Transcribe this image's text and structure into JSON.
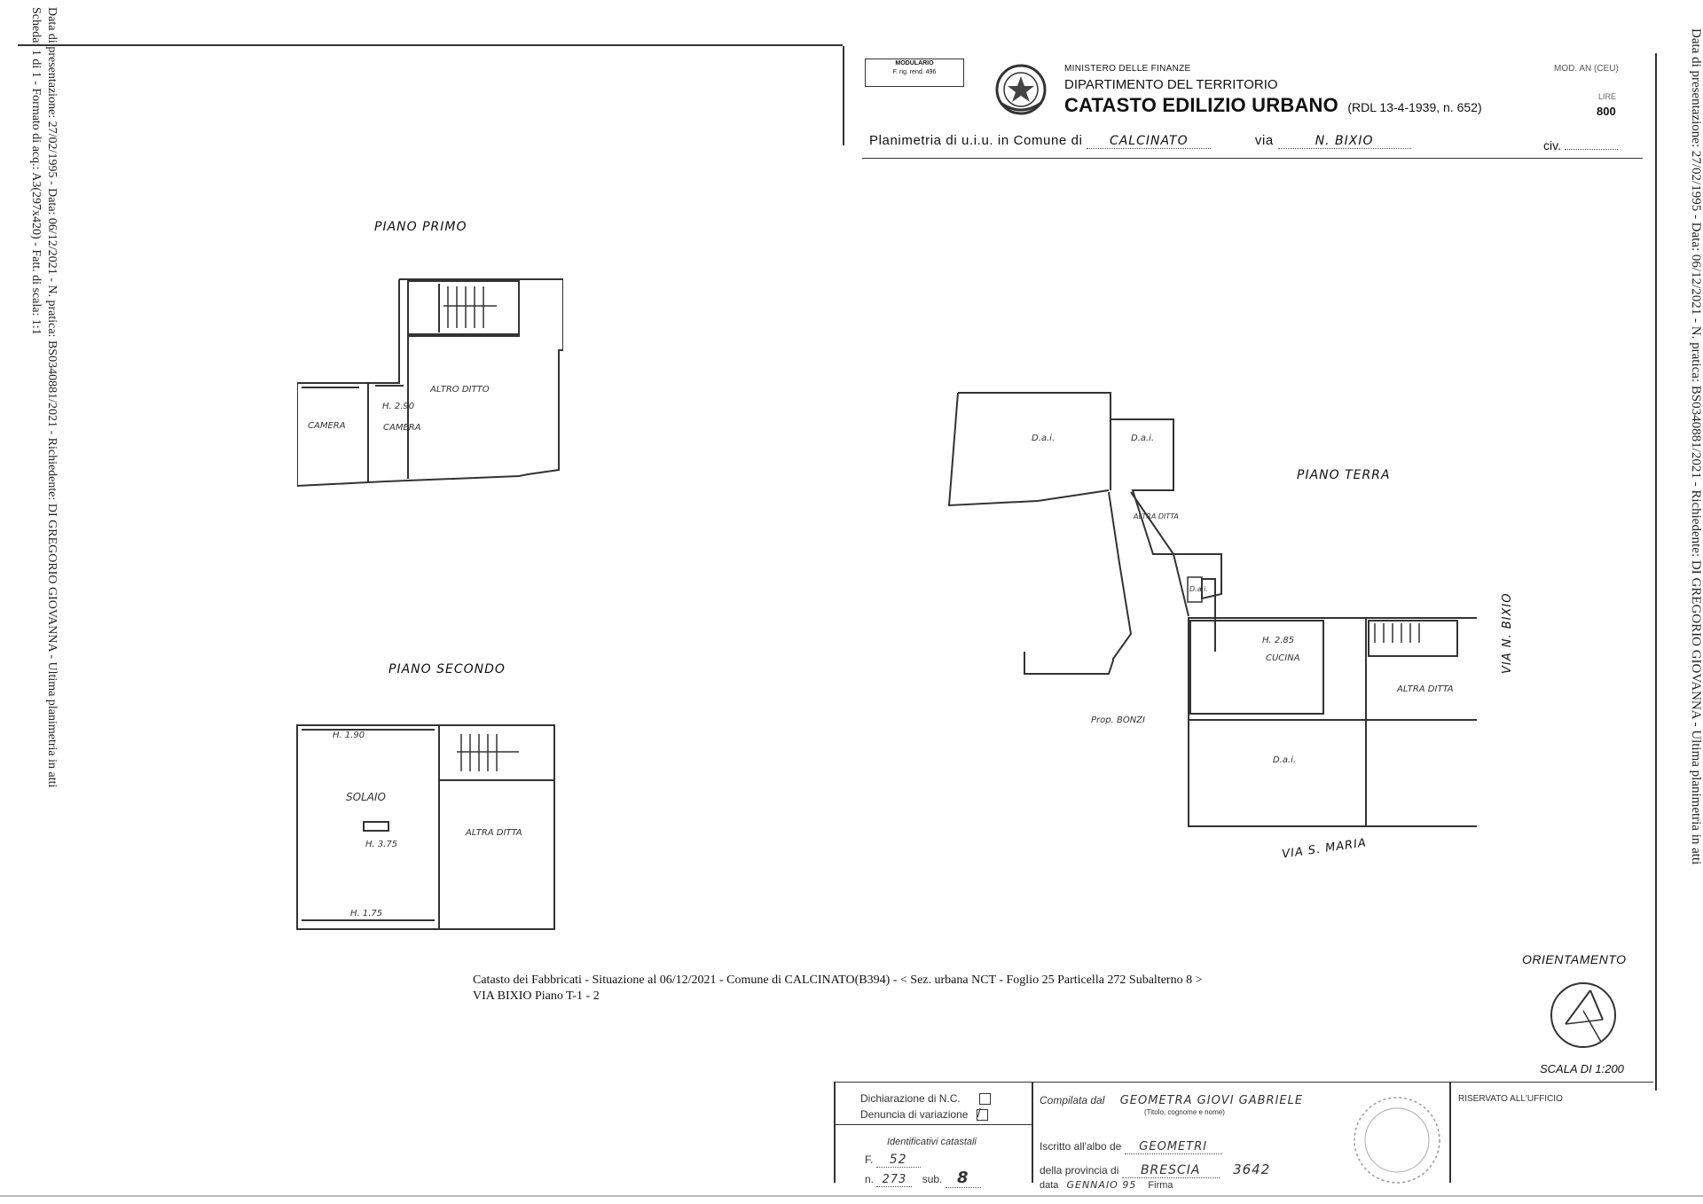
{
  "left_margin": {
    "line1": "Data di presentazione: 27/02/1995 - Data: 06/12/2021 - N. pratica: BS0340881/2021 - Richiedente: DI GREGORIO GIOVANNA - Ultima planimetria in atti",
    "line2": "Scheda: 1 di 1 - Formato di acq.: A3(297x420) - Fatt. di scala: 1:1"
  },
  "right_margin": {
    "line1": "Data di presentazione: 27/02/1995 - Data: 06/12/2021 - N. pratica: BS0340881/2021 - Richiedente: DI GREGORIO GIOVANNA - Ultima planimetria in atti"
  },
  "header": {
    "modulario": "MODULARIO",
    "modulario_sub": "F. rig. rend. 496",
    "ministry": "MINISTERO DELLE FINANZE",
    "department": "DIPARTIMENTO DEL TERRITORIO",
    "title": "CATASTO EDILIZIO URBANO",
    "title_ref": "(RDL 13-4-1939, n. 652)",
    "mod_label": "MOD. AN (CEU)",
    "mod_code_label": "LIRE",
    "mod_code": "800",
    "planimetria_label": "Planimetria di u.i.u. in Comune di",
    "comune": "CALCINATO",
    "via_label": "via",
    "via": "N. BIXIO",
    "civ_label": "civ."
  },
  "floors": {
    "primo": {
      "title": "PIANO PRIMO",
      "rooms": [
        "ALTRO DITTO",
        "CAMERA",
        "CAMERA"
      ],
      "height": "H. 2.90"
    },
    "secondo": {
      "title": "PIANO SECONDO",
      "rooms": [
        "SOLAIO",
        "ALTRA DITTA"
      ],
      "heights": [
        "H. 1.90",
        "H. 3.75",
        "H. 1.75"
      ]
    },
    "terra": {
      "title": "PIANO TERRA",
      "rooms": [
        "D.a.i.",
        "D.a.i.",
        "ALTRA DITTA",
        "D.a.i.",
        "CUCINA",
        "ALTRA DITTA",
        "D.a.i."
      ],
      "height": "H. 2.85",
      "neighbor": "Prop. BONZI",
      "street_east": "VIA N. BIXIO",
      "street_south": "VIA S. MARIA"
    }
  },
  "footer_info": {
    "line1": "Catasto dei Fabbricati - Situazione al 06/12/2021 - Comune di CALCINATO(B394) - < Sez. urbana NCT - Foglio 25 Particella 272 Subalterno 8 >",
    "line2": "VIA BIXIO Piano T-1 - 2"
  },
  "orientation": {
    "label": "ORIENTAMENTO",
    "scale": "SCALA DI 1:200"
  },
  "bottom_box": {
    "dichiarazione": "Dichiarazione di N.C.",
    "denuncia": "Denuncia di variazione",
    "identificativi": "Identificativi catastali",
    "f_label": "F.",
    "f_value": "52",
    "n_label": "n.",
    "n_value": "273",
    "sub_label": "sub.",
    "sub_value": "8",
    "compilata_label": "Compilata dal",
    "compilata_value": "GEOMETRA GIOVI GABRIELE",
    "compilata_hint": "(Titolo, cognome e nome)",
    "iscritto_label": "Iscritto all'albo de",
    "iscritto_value": "GEOMETRI",
    "provincia_label": "della provincia di",
    "provincia_value": "BRESCIA",
    "numero": "3642",
    "data_label": "data",
    "data_value": "GENNAIO 95",
    "firma_label": "Firma",
    "riservato": "RISERVATO ALL'UFFICIO"
  }
}
